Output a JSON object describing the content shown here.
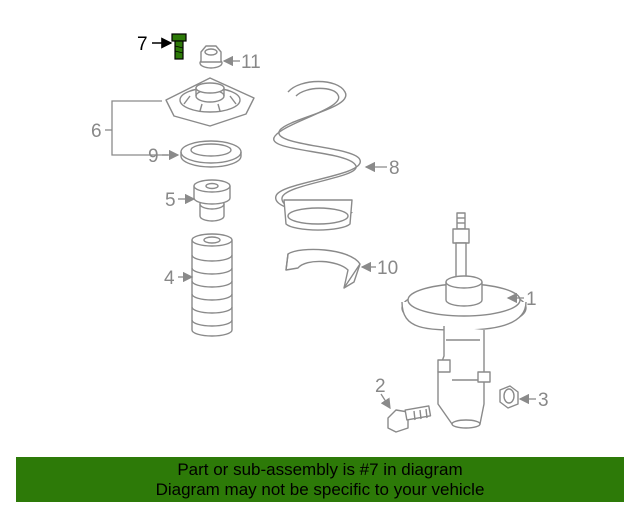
{
  "callouts": {
    "c1": "1",
    "c2": "2",
    "c3": "3",
    "c4": "4",
    "c5": "5",
    "c6": "6",
    "c7": "7",
    "c8": "8",
    "c9": "9",
    "c10": "10",
    "c11": "11"
  },
  "highlight_color": "#2d7a08",
  "banner": {
    "line1": "Part or sub-assembly is #7 in diagram",
    "line2": "Diagram may not be specific to your vehicle"
  }
}
